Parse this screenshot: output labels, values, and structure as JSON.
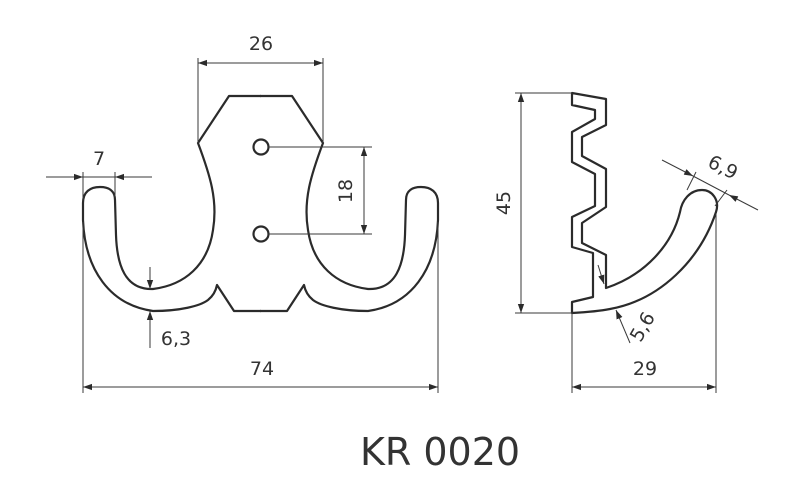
{
  "title": "KR 0020",
  "front_view": {
    "dims": {
      "plate_width": "26",
      "hole_spacing": "18",
      "hook_width": "7",
      "hook_thickness": "6,3",
      "overall_width": "74"
    }
  },
  "side_view": {
    "dims": {
      "height": "45",
      "depth": "29",
      "tip_thickness": "6,9",
      "base_thickness": "5,6"
    }
  }
}
